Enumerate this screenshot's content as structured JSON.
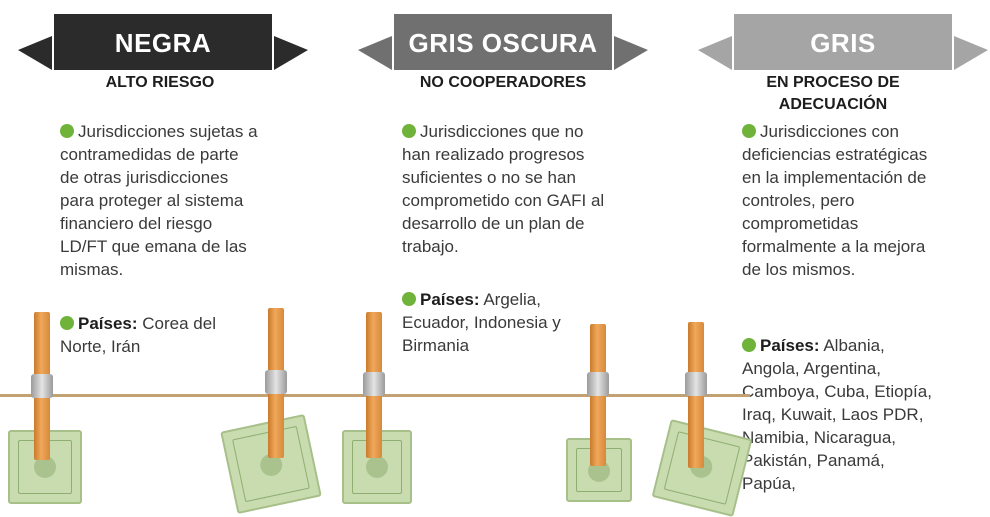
{
  "colors": {
    "negra": "#2b2b2b",
    "gris_oscura": "#707070",
    "gris": "#a5a5a5",
    "bullet": "#6fb33a"
  },
  "columns": [
    {
      "title": "NEGRA",
      "subtitle": "ALTO RIESGO",
      "description": "Jurisdicciones sujetas a contramedidas de parte de otras jurisdicciones para proteger al sistema financiero del riesgo LD/FT que emana de las mismas.",
      "countries_label": "Países:",
      "countries": "Corea del Norte, Irán"
    },
    {
      "title": "GRIS OSCURA",
      "subtitle": "NO COOPERADORES",
      "description": "Jurisdicciones que no han realizado progresos suficientes o no se han comprometido con GAFI al desarrollo de un plan de trabajo.",
      "countries_label": "Países:",
      "countries": "Argelia, Ecuador, Indonesia y Birmania"
    },
    {
      "title": "GRIS",
      "subtitle": "EN PROCESO DE ADECUACIÓN",
      "description": "Jurisdicciones con deficiencias estratégicas en la implementación de controles, pero comprometidas formalmente a la mejora de los mismos.",
      "countries_label": "Países:",
      "countries": "Albania, Angola, Argentina, Camboya, Cuba, Etiopía, Iraq, Kuwait, Laos PDR, Namibia, Nicaragua, Pakistán, Panamá, Papúa,"
    }
  ]
}
